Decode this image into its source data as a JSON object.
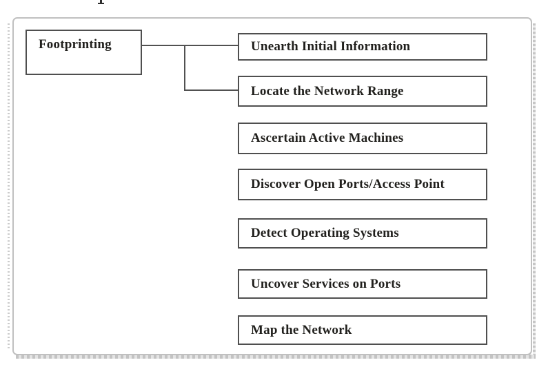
{
  "figure": {
    "root_label": "Footprinting",
    "steps": [
      "Unearth Initial Information",
      "Locate the Network Range",
      "Ascertain Active Machines",
      "Discover Open Ports/Access Point",
      "Detect Operating Systems",
      "Uncover Services on Ports",
      "Map the Network"
    ],
    "colors": {
      "node_border": "#4f4f4f",
      "connector": "#515151",
      "frame_border": "#c0c0c0",
      "text": "#21201d",
      "background": "#ffffff"
    }
  }
}
